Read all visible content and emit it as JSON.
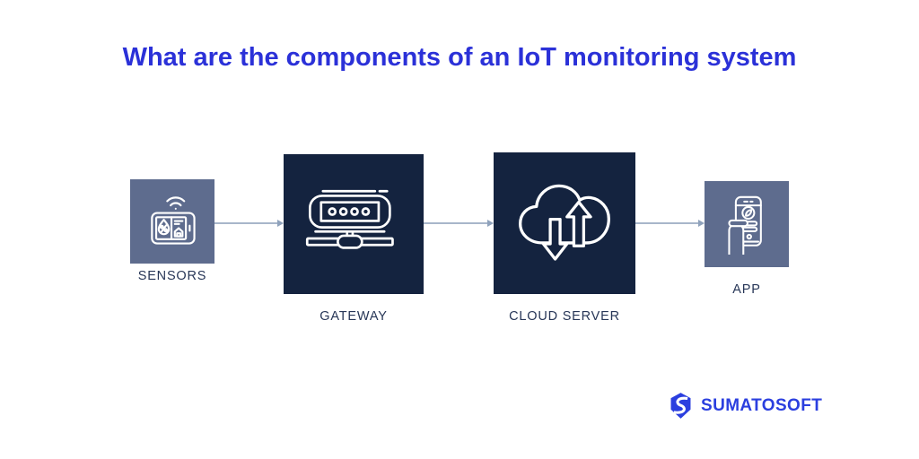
{
  "title": {
    "text": "What are the components of an IoT monitoring system",
    "color": "#2b31d8"
  },
  "diagram": {
    "nodes": [
      {
        "label": "SENSORS",
        "icon": "sensor-device-icon",
        "bg": "#5e6c8e",
        "style": "small"
      },
      {
        "label": "GATEWAY",
        "icon": "gateway-router-icon",
        "bg": "#14233f",
        "style": "large"
      },
      {
        "label": "CLOUD SERVER",
        "icon": "cloud-sync-icon",
        "bg": "#14233f",
        "style": "large"
      },
      {
        "label": "APP",
        "icon": "mobile-app-in-hand-icon",
        "bg": "#5e6c8e",
        "style": "small"
      }
    ],
    "connectors": [
      {
        "from": "SENSORS",
        "to": "GATEWAY"
      },
      {
        "from": "GATEWAY",
        "to": "CLOUD SERVER"
      },
      {
        "from": "CLOUD SERVER",
        "to": "APP"
      }
    ],
    "connector_color": "#a8b6ca",
    "label_color": "#273657",
    "icon_stroke_color": "#ffffff"
  },
  "footer": {
    "brand": "SUMATOSOFT",
    "brand_color": "#2b3fdf",
    "logo_icon": "sumatosoft-shield-icon"
  },
  "background_color": "#ffffff"
}
